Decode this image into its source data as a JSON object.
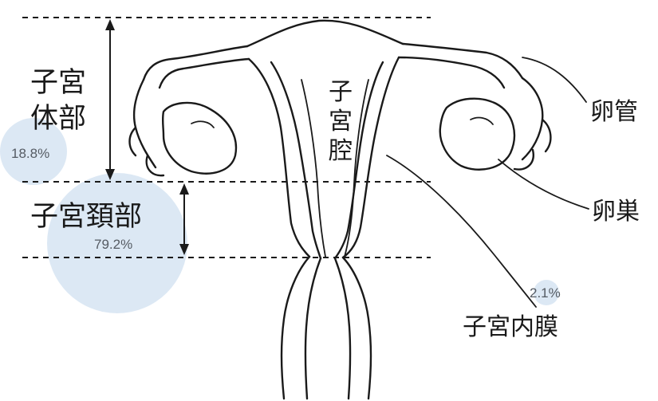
{
  "labels": {
    "corpus_line1": "子宮",
    "corpus_line2": "体部",
    "cervix": "子宮頚部",
    "cavity_1": "子",
    "cavity_2": "宮",
    "cavity_3": "腔",
    "fallopian_tube": "卵管",
    "ovary": "卵巣",
    "endometrium": "子宮内膜"
  },
  "percentages": {
    "corpus": "18.8%",
    "cervix": "79.2%",
    "endometrium": "2.1%"
  },
  "values": {
    "corpus": 18.8,
    "cervix": 79.2,
    "endometrium": 2.1
  },
  "colors": {
    "bubble": "#d6e4f2",
    "line": "#1a1a1a",
    "percent_text": "#555b63"
  }
}
